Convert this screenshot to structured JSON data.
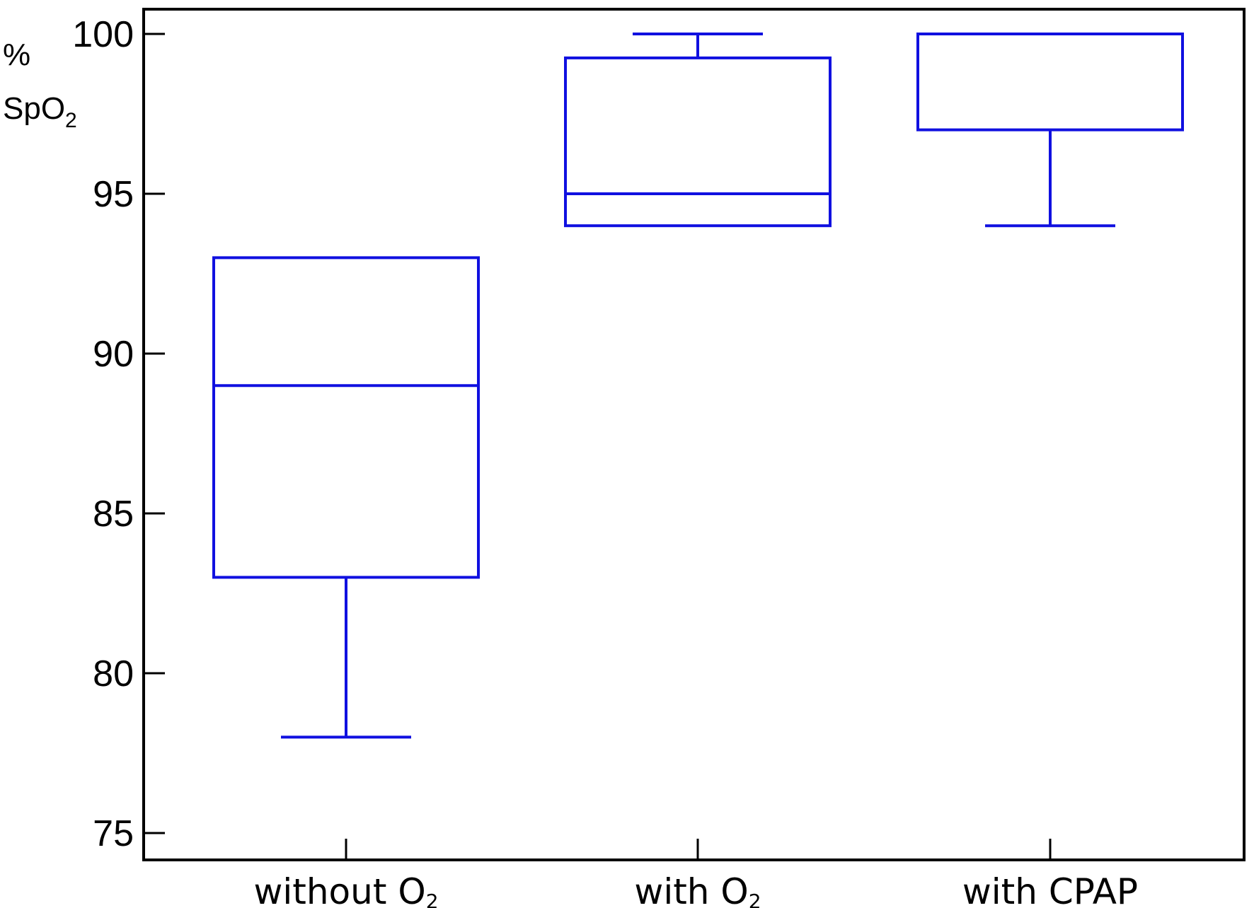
{
  "chart_data": {
    "type": "box",
    "ylabel_top": "%",
    "ylabel_bottom": "SpO",
    "ylabel_subscript": "2",
    "ylim": [
      75,
      100
    ],
    "yticks": [
      75,
      80,
      85,
      90,
      95,
      100
    ],
    "grid": false,
    "legend": "none",
    "categories": [
      {
        "label": "without O",
        "subscript": "2"
      },
      {
        "label": "with O",
        "subscript": "2"
      },
      {
        "label": "with CPAP",
        "subscript": ""
      }
    ],
    "boxes": [
      {
        "whisker_low": 78,
        "q1": 83,
        "median": 89,
        "q3": 93,
        "whisker_high": 93
      },
      {
        "whisker_low": 94,
        "q1": 94,
        "median": 95,
        "q3": 99.25,
        "whisker_high": 100
      },
      {
        "whisker_low": 94,
        "q1": 97,
        "median": 100,
        "q3": 100,
        "whisker_high": 100
      }
    ],
    "colors": {
      "box": "#1010e0",
      "axis": "#000000"
    }
  }
}
